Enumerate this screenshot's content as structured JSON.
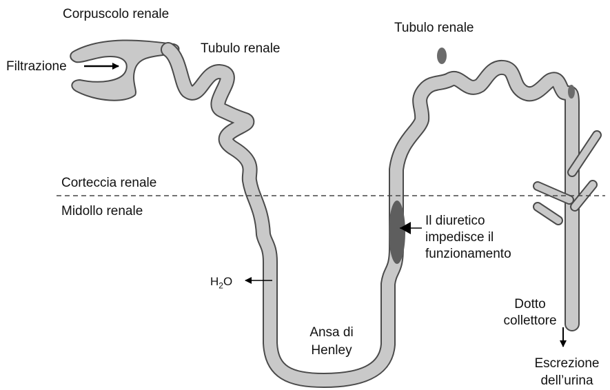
{
  "labels": {
    "corpuscolo": "Corpuscolo renale",
    "tubulo_left": "Tubulo renale",
    "tubulo_right": "Tubulo renale",
    "filtrazione": "Filtrazione",
    "corteccia": "Corteccia renale",
    "midollo": "Midollo renale",
    "diuretico": [
      "Il diuretico",
      "impedisce il",
      "funzionamento"
    ],
    "h2o_h": "H",
    "h2o_sub": "2",
    "h2o_o": "O",
    "ansa": [
      "Ansa di",
      "Henley"
    ],
    "dotto": [
      "Dotto",
      "collettore"
    ],
    "escrezione": [
      "Escrezione",
      "dell’urina"
    ]
  },
  "colors": {
    "tubule_fill": "#c9c9c9",
    "tubule_stroke": "#4a4a4a",
    "diuretic_spot": "#5e5e5e",
    "node_dot": "#6b6b6b",
    "arrow": "#000000",
    "divider": "#444444"
  }
}
